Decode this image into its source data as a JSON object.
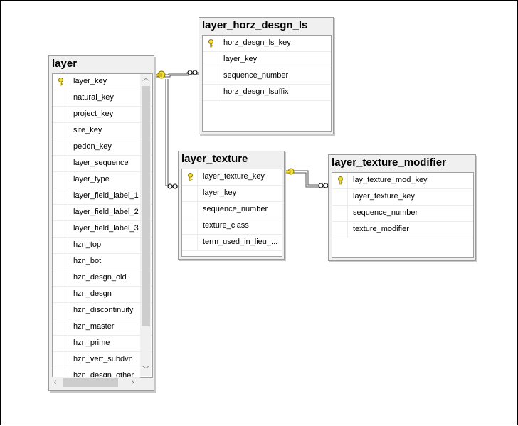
{
  "tables": {
    "layer": {
      "title": "layer",
      "rows": [
        "layer_key",
        "natural_key",
        "project_key",
        "site_key",
        "pedon_key",
        "layer_sequence",
        "layer_type",
        "layer_field_label_1",
        "layer_field_label_2",
        "layer_field_label_3",
        "hzn_top",
        "hzn_bot",
        "hzn_desgn_old",
        "hzn_desgn",
        "hzn_discontinuity",
        "hzn_master",
        "hzn_prime",
        "hzn_vert_subdvn",
        "hzn_desgn_other"
      ],
      "key_rows": [
        0
      ]
    },
    "layer_horz_desgn_ls": {
      "title": "layer_horz_desgn_ls",
      "rows": [
        "horz_desgn_ls_key",
        "layer_key",
        "sequence_number",
        "horz_desgn_lsuffix"
      ],
      "key_rows": [
        0
      ]
    },
    "layer_texture": {
      "title": "layer_texture",
      "rows": [
        "layer_texture_key",
        "layer_key",
        "sequence_number",
        "texture_class",
        "term_used_in_lieu_..."
      ],
      "key_rows": [
        0
      ]
    },
    "layer_texture_modifier": {
      "title": "layer_texture_modifier",
      "rows": [
        "lay_texture_mod_key",
        "layer_texture_key",
        "sequence_number",
        "texture_modifier"
      ],
      "key_rows": [
        0
      ]
    }
  },
  "icons": {
    "primary_key": "key-icon",
    "one_end": "key-icon",
    "many_end": "infinity-icon"
  },
  "colors": {
    "key": "#e8c800",
    "line": "#404040"
  }
}
